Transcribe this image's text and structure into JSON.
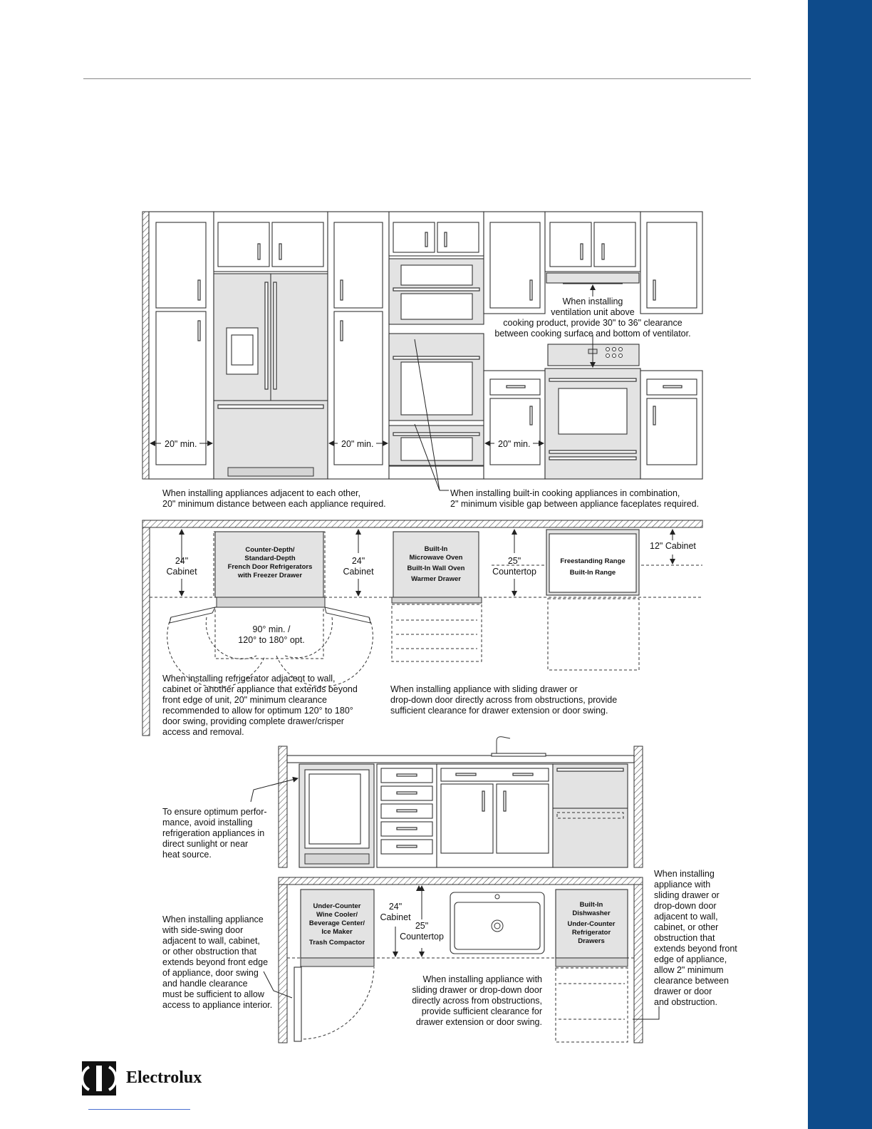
{
  "brand": {
    "name": "Electrolux",
    "logo_icon": "electrolux-logo-icon",
    "sidebar_color": "#0e4b8b"
  },
  "section_top": {
    "gap_labels": [
      "20\" min.",
      "20\" min.",
      "20\" min."
    ],
    "ventilation_note": [
      "When installing",
      "ventilation unit above",
      "cooking product, provide 30\" to 36\" clearance",
      "between cooking surface and bottom of ventilator."
    ],
    "adjacent_note": [
      "When installing appliances adjacent to each other,",
      "20\" minimum distance between each appliance required."
    ],
    "combination_note": [
      "When installing built-in cooking appliances in combination,",
      "2\" minimum visible gap between appliance faceplates required."
    ]
  },
  "section_plan": {
    "fridge_label": [
      "Counter-Depth/",
      "Standard-Depth",
      "French Door Refrigerators",
      "with Freezer Drawer"
    ],
    "oven_label": [
      "Built-In",
      "Microwave Oven",
      "Built-In Wall Oven",
      "Warmer Drawer"
    ],
    "range_label": [
      "Freestanding Range",
      "Built-In Range"
    ],
    "dim_cabinet_left": [
      "24\"",
      "Cabinet"
    ],
    "dim_cabinet_right": [
      "24\"",
      "Cabinet"
    ],
    "dim_countertop": [
      "25\"",
      "Countertop"
    ],
    "dim_upper_cabinet": "12\" Cabinet",
    "swing_label": [
      "90° min. /",
      "120° to 180° opt."
    ],
    "fridge_note": [
      "When installing refrigerator adjacent to wall,",
      "cabinet or another appliance that extends beyond",
      "front edge of unit, 20\" minimum clearance",
      "recommended to allow for optimum 120° to 180°",
      "door swing, providing complete drawer/crisper",
      "access and removal."
    ],
    "drawer_note": [
      "When installing appliance with sliding drawer or",
      "drop-down door directly across from obstructions, provide",
      "sufficient clearance for drawer extension or door swing."
    ]
  },
  "section_undercounter": {
    "sunlight_note": [
      "To ensure optimum perfor-",
      "mance, avoid installing",
      "refrigeration appliances in",
      "direct sunlight or near",
      "heat source."
    ],
    "wine_label": [
      "Under-Counter",
      "Wine Cooler/",
      "Beverage Center/",
      "Ice Maker",
      "Trash Compactor"
    ],
    "dishwasher_label": [
      "Built-In",
      "Dishwasher",
      "Under-Counter",
      "Refrigerator",
      "Drawers"
    ],
    "dim_cabinet": [
      "24\"",
      "Cabinet"
    ],
    "dim_countertop": [
      "25\"",
      "Countertop"
    ],
    "side_swing_note": [
      "When installing appliance",
      "with side-swing door",
      "adjacent to wall, cabinet,",
      "or other obstruction that",
      "extends beyond front edge",
      "of appliance, door swing",
      "and handle clearance",
      "must be sufficient to allow",
      "access to appliance interior."
    ],
    "sliding_note": [
      "When installing appliance with",
      "sliding drawer or drop-down door",
      "directly across from obstructions,",
      "provide sufficient clearance for",
      "drawer extension or door swing."
    ],
    "adjacent_wall_note": [
      "When installing",
      "appliance with",
      "sliding drawer or",
      "drop-down door",
      "adjacent to wall,",
      "cabinet, or other",
      "obstruction that",
      "extends beyond front",
      "edge of appliance,",
      "allow 2\" minimum",
      "clearance between",
      "drawer or door",
      "and obstruction."
    ]
  }
}
